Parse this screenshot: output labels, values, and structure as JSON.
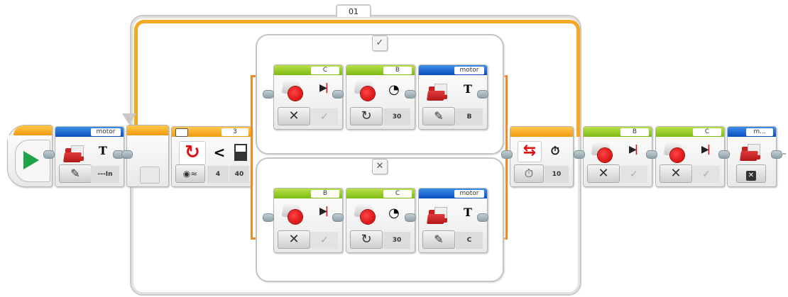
{
  "loop": {
    "name": "01"
  },
  "start_block": {
    "icon": "play-icon"
  },
  "file_write_1": {
    "header": "motor",
    "type_symbol": "T",
    "value": "---In"
  },
  "switch": {
    "header_value": "3",
    "operator": "<",
    "port": "4",
    "threshold": "40",
    "cases": [
      {
        "tab": "✓",
        "blocks": [
          {
            "kind": "motor-stop",
            "port": "C",
            "param": "✓"
          },
          {
            "kind": "motor-speed",
            "port": "B",
            "param": "30"
          },
          {
            "kind": "file-write",
            "port": "motor",
            "type_symbol": "T",
            "param": "B"
          }
        ]
      },
      {
        "tab": "✕",
        "blocks": [
          {
            "kind": "motor-stop",
            "port": "B",
            "param": "✓"
          },
          {
            "kind": "motor-speed",
            "port": "C",
            "param": "30"
          },
          {
            "kind": "file-write",
            "port": "motor",
            "type_symbol": "T",
            "param": "C"
          }
        ]
      }
    ]
  },
  "loop_exit": {
    "mode": "timer",
    "value": "10"
  },
  "after_loop": [
    {
      "kind": "motor-stop",
      "port": "B",
      "param": "✓"
    },
    {
      "kind": "motor-stop",
      "port": "C",
      "param": "✓"
    },
    {
      "kind": "file-close",
      "port": "m..."
    }
  ],
  "colors": {
    "loop_orange": "#f5a623",
    "switch_orange": "#f08a24",
    "motor_green": "#7dbb12",
    "file_blue": "#0b4fbf",
    "motor_red": "#d10000"
  }
}
